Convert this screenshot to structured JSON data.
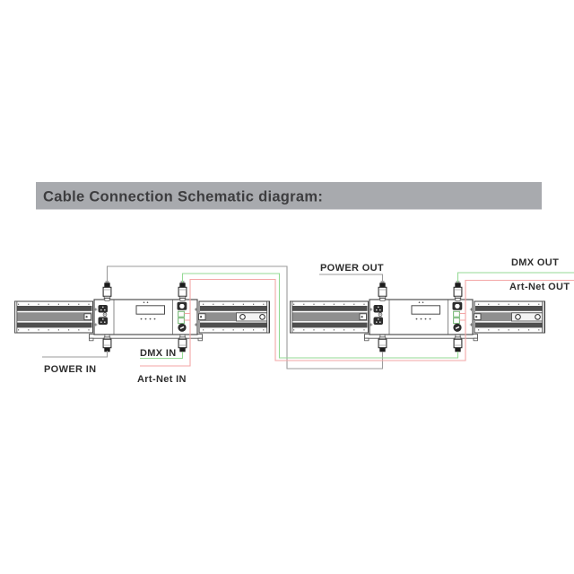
{
  "header": {
    "title": "Cable Connection Schematic diagram:",
    "bg": "#a8aaae",
    "text_color": "#3d3d3f"
  },
  "labels": {
    "power_in": "POWER IN",
    "dmx_in": "DMX IN",
    "artnet_in": "Art-Net IN",
    "power_out": "POWER OUT",
    "dmx_out": "DMX OUT",
    "artnet_out": "Art-Net OUT"
  },
  "colors": {
    "power_wire": "#9b9b9b",
    "dmx_wire": "#95da95",
    "artnet_wire": "#f3a6a6",
    "label_text": "#2e2e2e",
    "port_outline": "#7dbb7d"
  },
  "fixtures": {
    "count": 2,
    "first": "fixture-1",
    "second": "fixture-2"
  }
}
